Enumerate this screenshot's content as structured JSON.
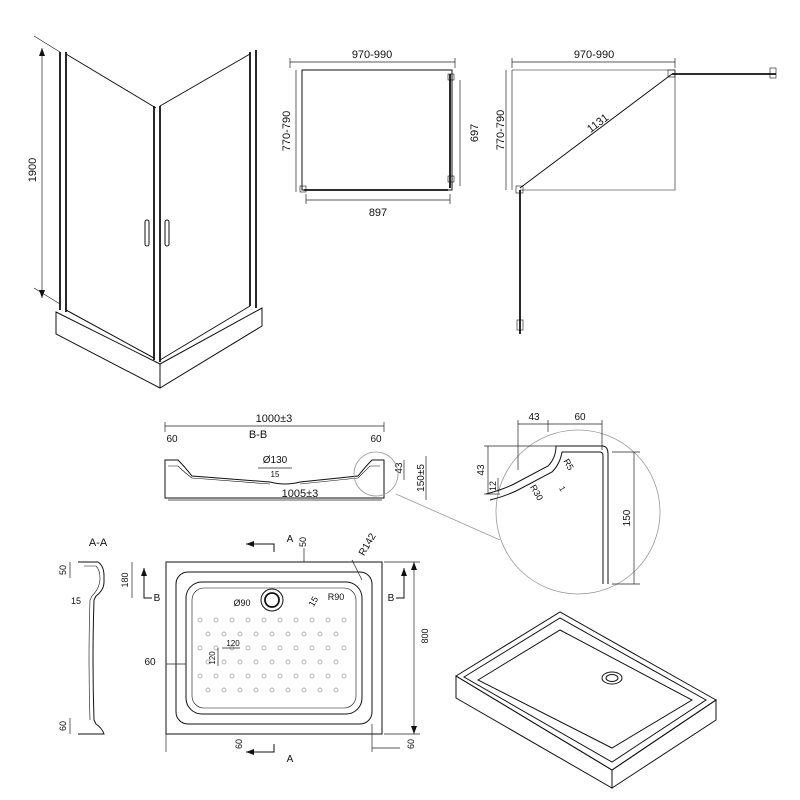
{
  "cabin": {
    "height_label": "1900"
  },
  "plan_top": {
    "width_label": "970-990",
    "depth_label": "770-790",
    "door_label": "697",
    "bottom_label": "897"
  },
  "plan_open": {
    "width_label": "970-990",
    "depth_label": "770-790",
    "diagonal_label": "1131"
  },
  "section_bb": {
    "title": "B-B",
    "top_label": "1000±3",
    "left_label": "60",
    "right_label": "60",
    "drain_label": "Ø130",
    "small_label": "15",
    "bottom_label": "1005±3",
    "height_label": "43",
    "side_label": "150±5"
  },
  "detail": {
    "w1_label": "43",
    "w2_label": "60",
    "h1_label": "43",
    "h2_label": "12",
    "r1_label": "R5",
    "r2_label": "R30",
    "h3_label": "150",
    "small_label": "1"
  },
  "section_aa": {
    "title": "A-A",
    "top_label": "50",
    "mid_label": "15",
    "bottom_label": "60"
  },
  "tray_plan": {
    "cut_a_top": "A",
    "cut_a_bottom": "A",
    "cut_b_left": "B",
    "cut_b_right": "B",
    "top_offset_label": "50",
    "corner_radius_label": "R142",
    "left_offset_label": "180",
    "drain_label": "Ø90",
    "small_label": "15",
    "inner_radius_label": "R90",
    "side_label": "60",
    "grid_h_label": "120",
    "grid_v_label": "120",
    "height_label": "800",
    "bottom_left_label": "60",
    "bottom_right_label": "60"
  }
}
